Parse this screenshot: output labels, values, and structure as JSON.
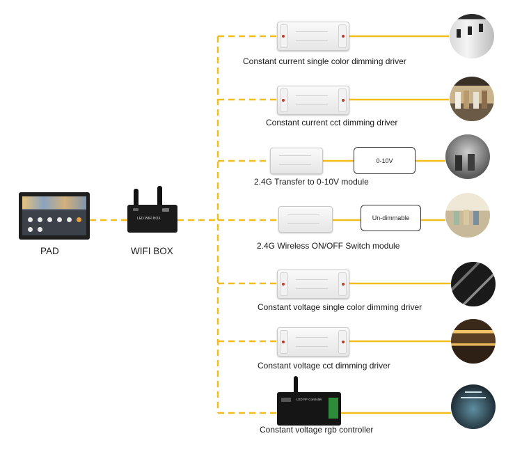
{
  "controllers": {
    "pad_label": "PAD",
    "wifi_box_label": "WIFI BOX",
    "wifi_box_text": "LED WIFI BOX"
  },
  "devices": [
    {
      "caption": "Constant current single color dimming driver",
      "box": ""
    },
    {
      "caption": "Constant current cct dimming driver",
      "box": ""
    },
    {
      "caption": "2.4G Transfer to 0-10V module",
      "box": "0-10V"
    },
    {
      "caption": "2.4G Wireless ON/OFF Switch module",
      "box": "Un-dimmable"
    },
    {
      "caption": "Constant voltage single color dimming driver",
      "box": ""
    },
    {
      "caption": "Constant voltage cct dimming driver",
      "box": ""
    },
    {
      "caption": "Constant voltage rgb controller",
      "box": ""
    }
  ],
  "rgb_controller_text": "LED RF Controller",
  "colors": {
    "wire": "#f2bd1b",
    "frame": "#222222"
  },
  "icons": [
    "tablet-icon",
    "wifi-router-icon",
    "led-driver-icon",
    "scene-photo"
  ]
}
